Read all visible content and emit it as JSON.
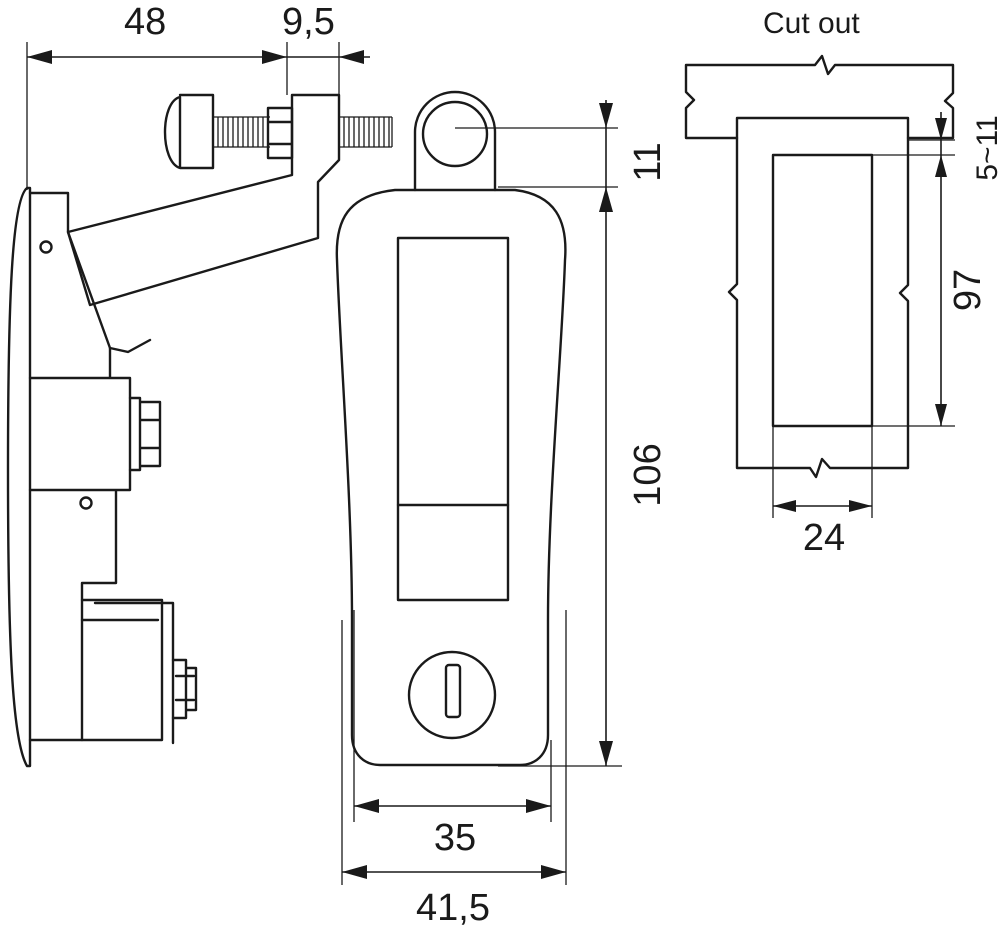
{
  "cutout": {
    "title": "Cut out"
  },
  "dimensions": {
    "arm_reach": "48",
    "screw_offset": "9,5",
    "handle_top": "11",
    "body_height": "106",
    "body_width": "35",
    "overall_width": "41,5",
    "cutout_width": "24",
    "cutout_height": "97",
    "panel_thickness": "5~11"
  }
}
